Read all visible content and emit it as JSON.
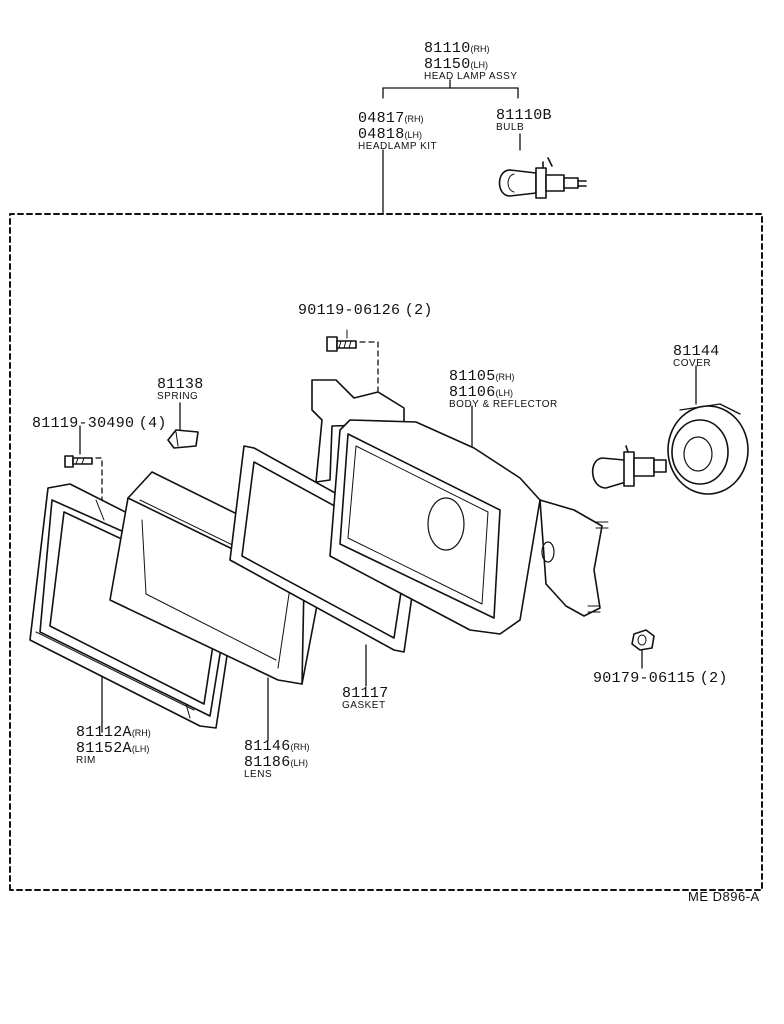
{
  "head_lamp_assy": {
    "part_rh": "81110",
    "suffix_rh": "(RH)",
    "part_lh": "81150",
    "suffix_lh": "(LH)",
    "name": "HEAD LAMP ASSY"
  },
  "headlamp_kit": {
    "part_rh": "04817",
    "suffix_rh": "(RH)",
    "part_lh": "04818",
    "suffix_lh": "(LH)",
    "name": "HEADLAMP KIT"
  },
  "bulb": {
    "part": "81110B",
    "name": "BULB"
  },
  "screw_top": {
    "part": "90119-06126",
    "qty": "(2)"
  },
  "spring": {
    "part": "81138",
    "name": "SPRING"
  },
  "screw_left": {
    "part": "81119-30490",
    "qty": "(4)"
  },
  "body_reflector": {
    "part_rh": "81105",
    "suffix_rh": "(RH)",
    "part_lh": "81106",
    "suffix_lh": "(LH)",
    "name": "BODY & REFLECTOR"
  },
  "cover": {
    "part": "81144",
    "name": "COVER"
  },
  "nut": {
    "part": "90179-06115",
    "qty": "(2)"
  },
  "gasket": {
    "part": "81117",
    "name": "GASKET"
  },
  "rim": {
    "part_rh": "81112A",
    "suffix_rh": "(RH)",
    "part_lh": "81152A",
    "suffix_lh": "(LH)",
    "name": "RIM"
  },
  "lens": {
    "part_rh": "81146",
    "suffix_rh": "(RH)",
    "part_lh": "81186",
    "suffix_lh": "(LH)",
    "name": "LENS"
  },
  "diagram_code": "ME D896-A"
}
